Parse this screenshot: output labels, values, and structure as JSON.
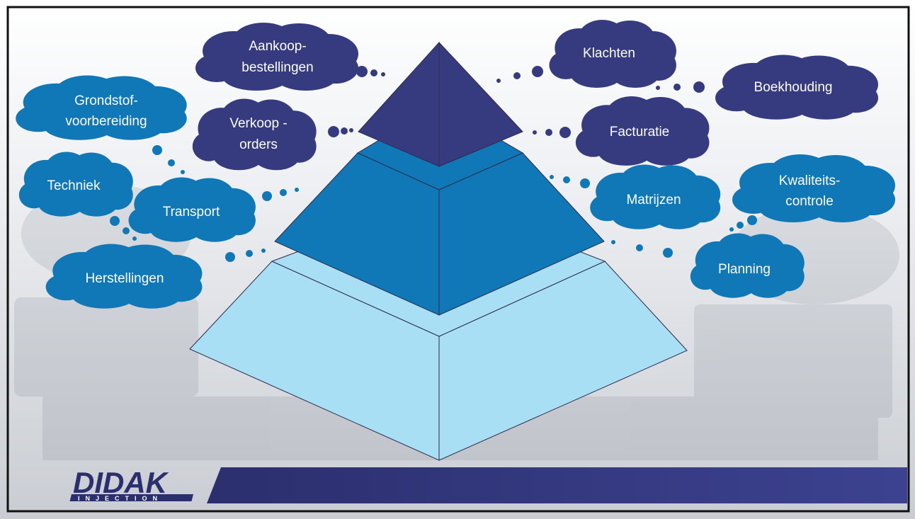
{
  "diagram": {
    "clouds": [
      {
        "id": "aankoop",
        "lines": [
          "Aankoop-",
          "bestellingen"
        ]
      },
      {
        "id": "klachten",
        "lines": [
          "Klachten"
        ]
      },
      {
        "id": "boekhouding",
        "lines": [
          "Boekhouding"
        ]
      },
      {
        "id": "grondstof",
        "lines": [
          "Grondstof-",
          "voorbereiding"
        ]
      },
      {
        "id": "verkoop",
        "lines": [
          "Verkoop -",
          "orders"
        ]
      },
      {
        "id": "facturatie",
        "lines": [
          "Facturatie"
        ]
      },
      {
        "id": "techniek",
        "lines": [
          "Techniek"
        ]
      },
      {
        "id": "transport",
        "lines": [
          "Transport"
        ]
      },
      {
        "id": "matrijzen",
        "lines": [
          "Matrijzen"
        ]
      },
      {
        "id": "kwaliteit",
        "lines": [
          "Kwaliteits-",
          "controle"
        ]
      },
      {
        "id": "herstellingen",
        "lines": [
          "Herstellingen"
        ]
      },
      {
        "id": "planning",
        "lines": [
          "Planning"
        ]
      }
    ],
    "colors": {
      "top_tier": "#363b7f",
      "middle_tier": "#1078b6",
      "bottom_tier": "#a8dff4",
      "cloud_dark": "#363b7f",
      "cloud_blue": "#1078b6",
      "banner": "#3a3f8c"
    }
  },
  "logo": {
    "brand": "DIDAK",
    "tagline": "INJECTION"
  }
}
